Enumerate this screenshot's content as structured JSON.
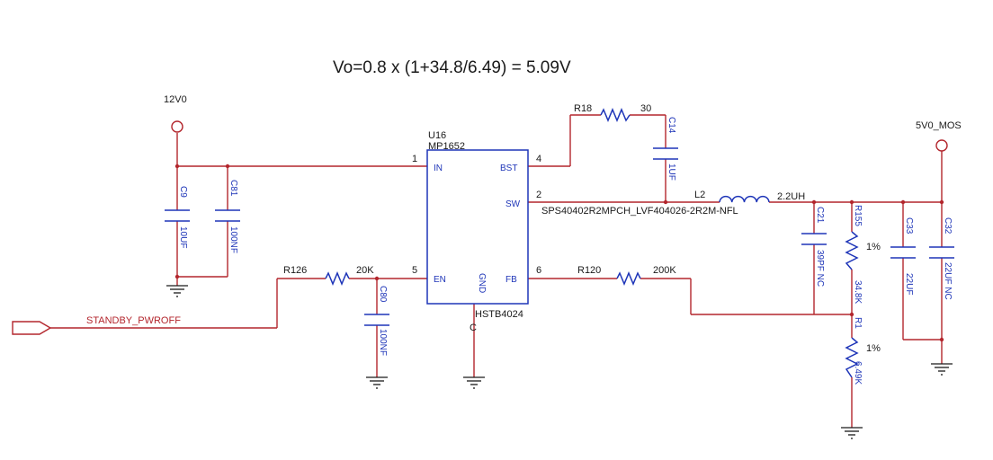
{
  "formula": "Vo=0.8 x (1+34.8/6.49) = 5.09V",
  "nets": {
    "vin": "12V0",
    "vout": "5V0_MOS",
    "enable": "STANDBY_PWROFF"
  },
  "ic": {
    "ref": "U16",
    "part": "MP1652",
    "package": "HSTB4024",
    "pins": {
      "in": {
        "name": "IN",
        "num": "1"
      },
      "bst": {
        "name": "BST",
        "num": "4"
      },
      "sw": {
        "name": "SW",
        "num": "2"
      },
      "en": {
        "name": "EN",
        "num": "5"
      },
      "gnd": {
        "name": "GND",
        "num": "C"
      },
      "fb": {
        "name": "FB",
        "num": "6"
      }
    }
  },
  "components": {
    "c9": {
      "ref": "C9",
      "value": "10UF"
    },
    "c81": {
      "ref": "C81",
      "value": "100NF"
    },
    "r126": {
      "ref": "R126",
      "value": "20K"
    },
    "c80": {
      "ref": "C80",
      "value": "100NF"
    },
    "r18": {
      "ref": "R18",
      "value": "30"
    },
    "c14": {
      "ref": "C14",
      "value": "1UF"
    },
    "l2": {
      "ref": "L2",
      "value": "2.2UH",
      "part": "SPS40402R2MPCH_LVF404026-2R2M-NFL"
    },
    "r120": {
      "ref": "R120",
      "value": "200K"
    },
    "c21": {
      "ref": "C21",
      "value": "39PF NC"
    },
    "r155": {
      "ref": "R155",
      "value": "34.8K",
      "tol": "1%"
    },
    "r1": {
      "ref": "R1",
      "value": "6.49K",
      "tol": "1%"
    },
    "c33": {
      "ref": "C33",
      "value": "22UF"
    },
    "c32": {
      "ref": "C32",
      "value": "22UF NC"
    }
  }
}
